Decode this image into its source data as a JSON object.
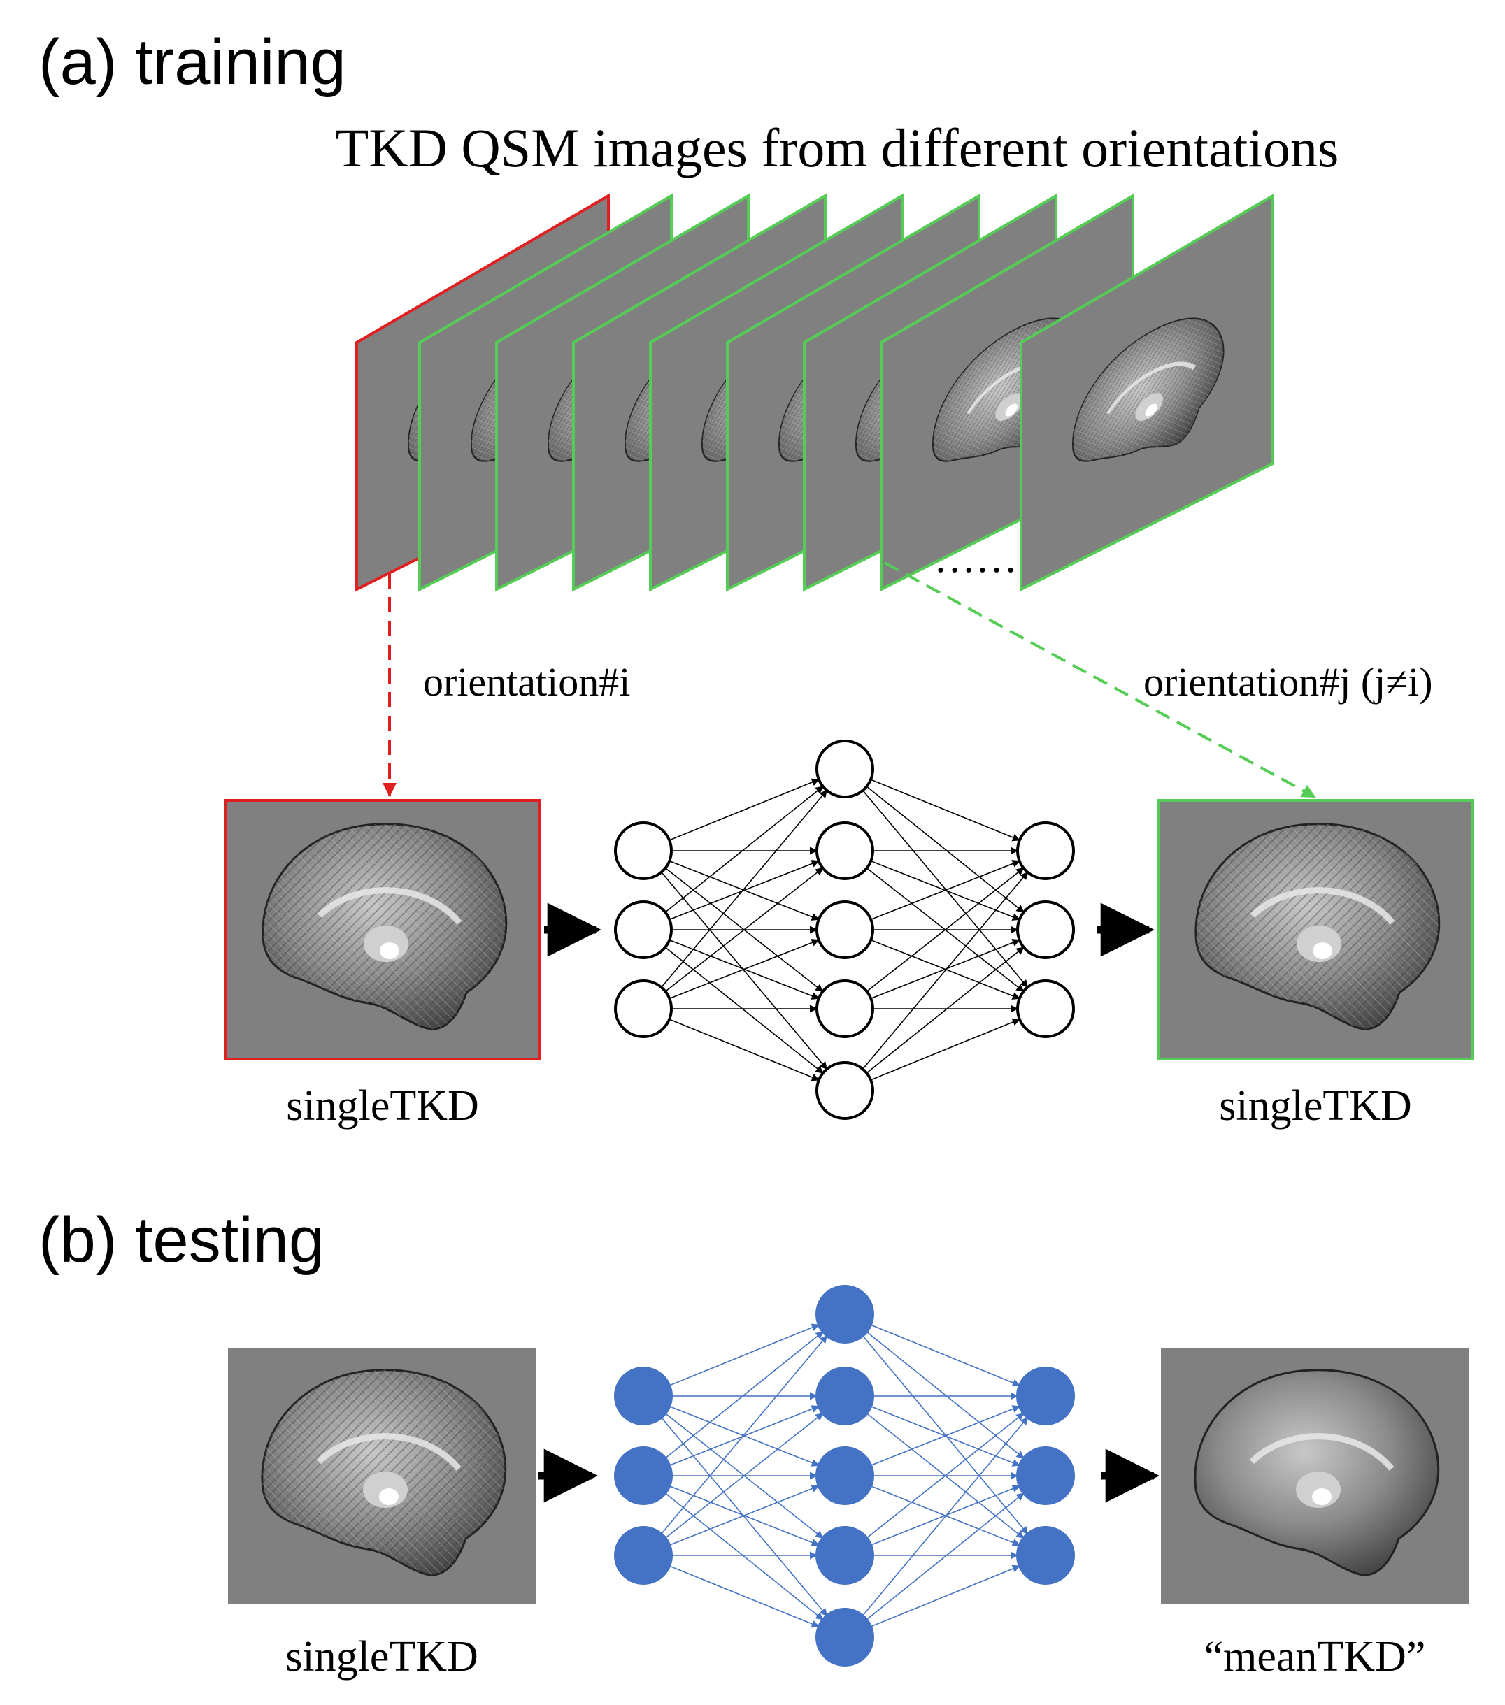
{
  "panel_a": {
    "heading": "(a) training",
    "stack_title": "TKD QSM images from different orientations",
    "ellipsis": "……",
    "input_label": "orientation#i",
    "target_label": "orientation#j (j≠i)",
    "input_caption": "singleTKD",
    "output_caption": "singleTKD",
    "network": {
      "layers": [
        3,
        5,
        3
      ],
      "color": "#ffffff",
      "line_color": "#000000"
    }
  },
  "panel_b": {
    "heading": "(b) testing",
    "input_caption": "singleTKD",
    "output_caption": "“meanTKD”",
    "network": {
      "layers": [
        3,
        5,
        3
      ],
      "color": "#4472c4",
      "line_color": "#4472c4"
    }
  },
  "colors": {
    "selected_frame": "#e02020",
    "other_frame": "#55cc55",
    "image_bg": "#808080",
    "arrow": "#000000"
  }
}
